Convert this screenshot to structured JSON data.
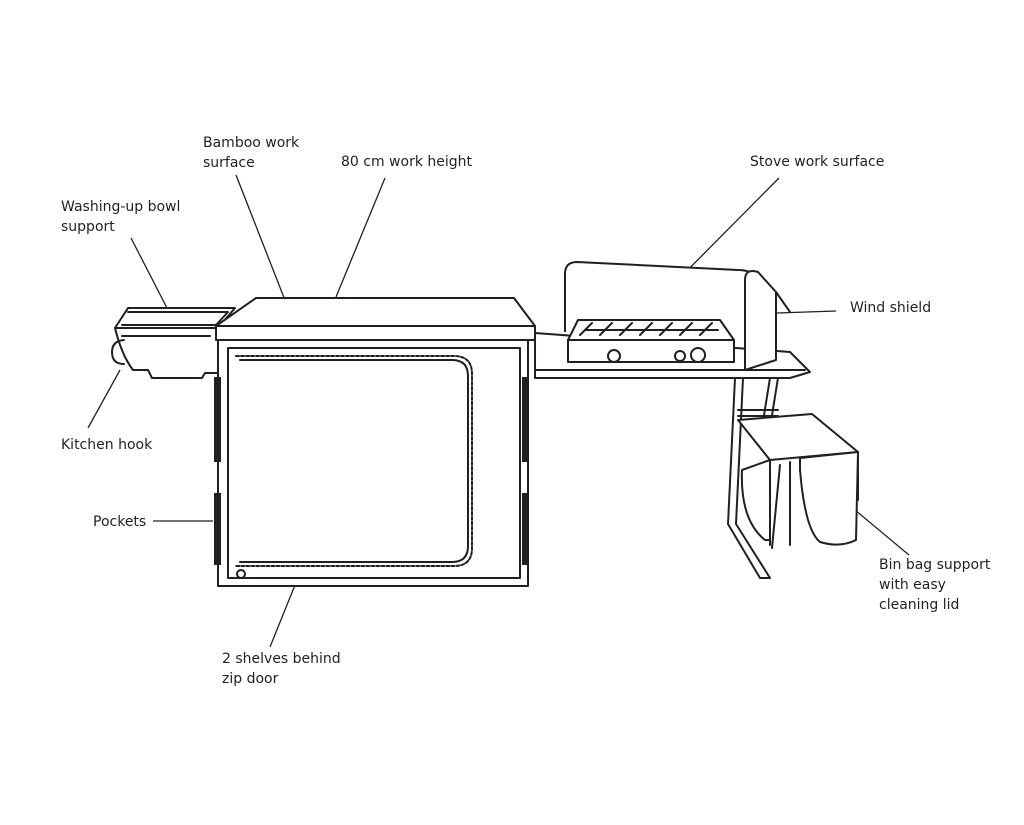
{
  "labels": {
    "bamboo_work_surface": [
      "Bamboo work",
      "surface"
    ],
    "work_height": "80 cm work height",
    "stove_work_surface": "Stove work surface",
    "washing_up_bowl_support": [
      "Washing-up bowl",
      "support"
    ],
    "wind_shield": "Wind shield",
    "kitchen_hook": "Kitchen hook",
    "pockets": "Pockets",
    "shelves_behind_zip_door": [
      "2 shelves behind",
      "zip door"
    ],
    "bin_bag_support": [
      "Bin bag support",
      "with easy",
      "cleaning lid"
    ]
  }
}
